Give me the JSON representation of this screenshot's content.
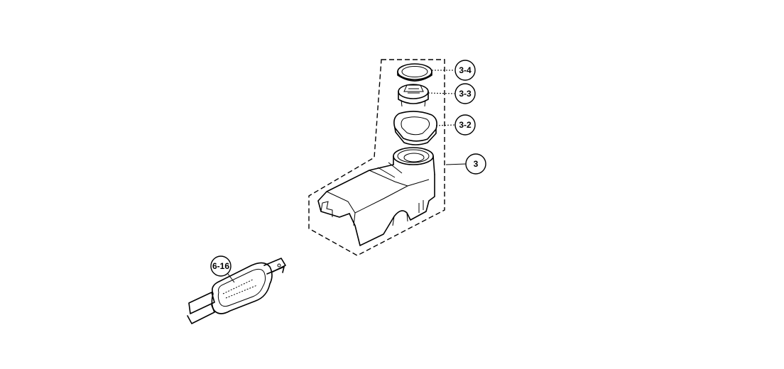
{
  "callouts": {
    "c34": "3-4",
    "c33": "3-3",
    "c32": "3-2",
    "c3": "3",
    "c616": "6-16"
  },
  "colors": {
    "ink": "#000000",
    "paper": "#ffffff"
  }
}
